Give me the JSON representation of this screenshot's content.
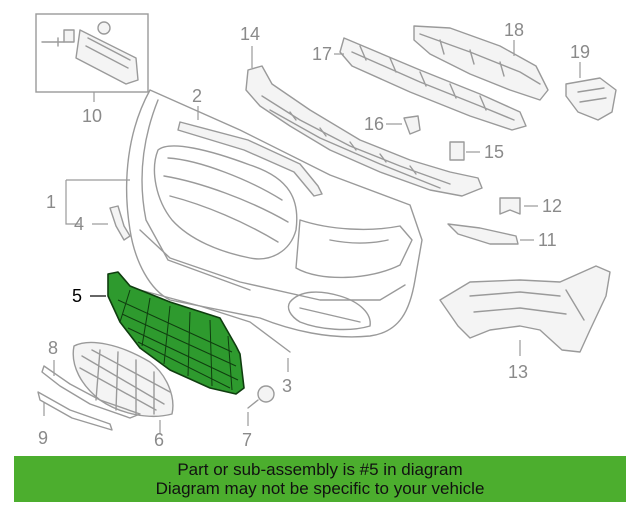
{
  "callouts": {
    "c1": "1",
    "c2": "2",
    "c3": "3",
    "c4": "4",
    "c5": "5",
    "c6": "6",
    "c7": "7",
    "c8": "8",
    "c9": "9",
    "c10": "10",
    "c11": "11",
    "c12": "12",
    "c13": "13",
    "c14": "14",
    "c15": "15",
    "c16": "16",
    "c17": "17",
    "c18": "18",
    "c19": "19"
  },
  "highlighted_part": "5",
  "colors": {
    "highlight": "#2e9a2e",
    "banner": "#4cae2e",
    "line": "#9a9a9a"
  },
  "banner": {
    "line1": "Part or sub-assembly is #5 in diagram",
    "line2": "Diagram may not be specific to your vehicle"
  }
}
